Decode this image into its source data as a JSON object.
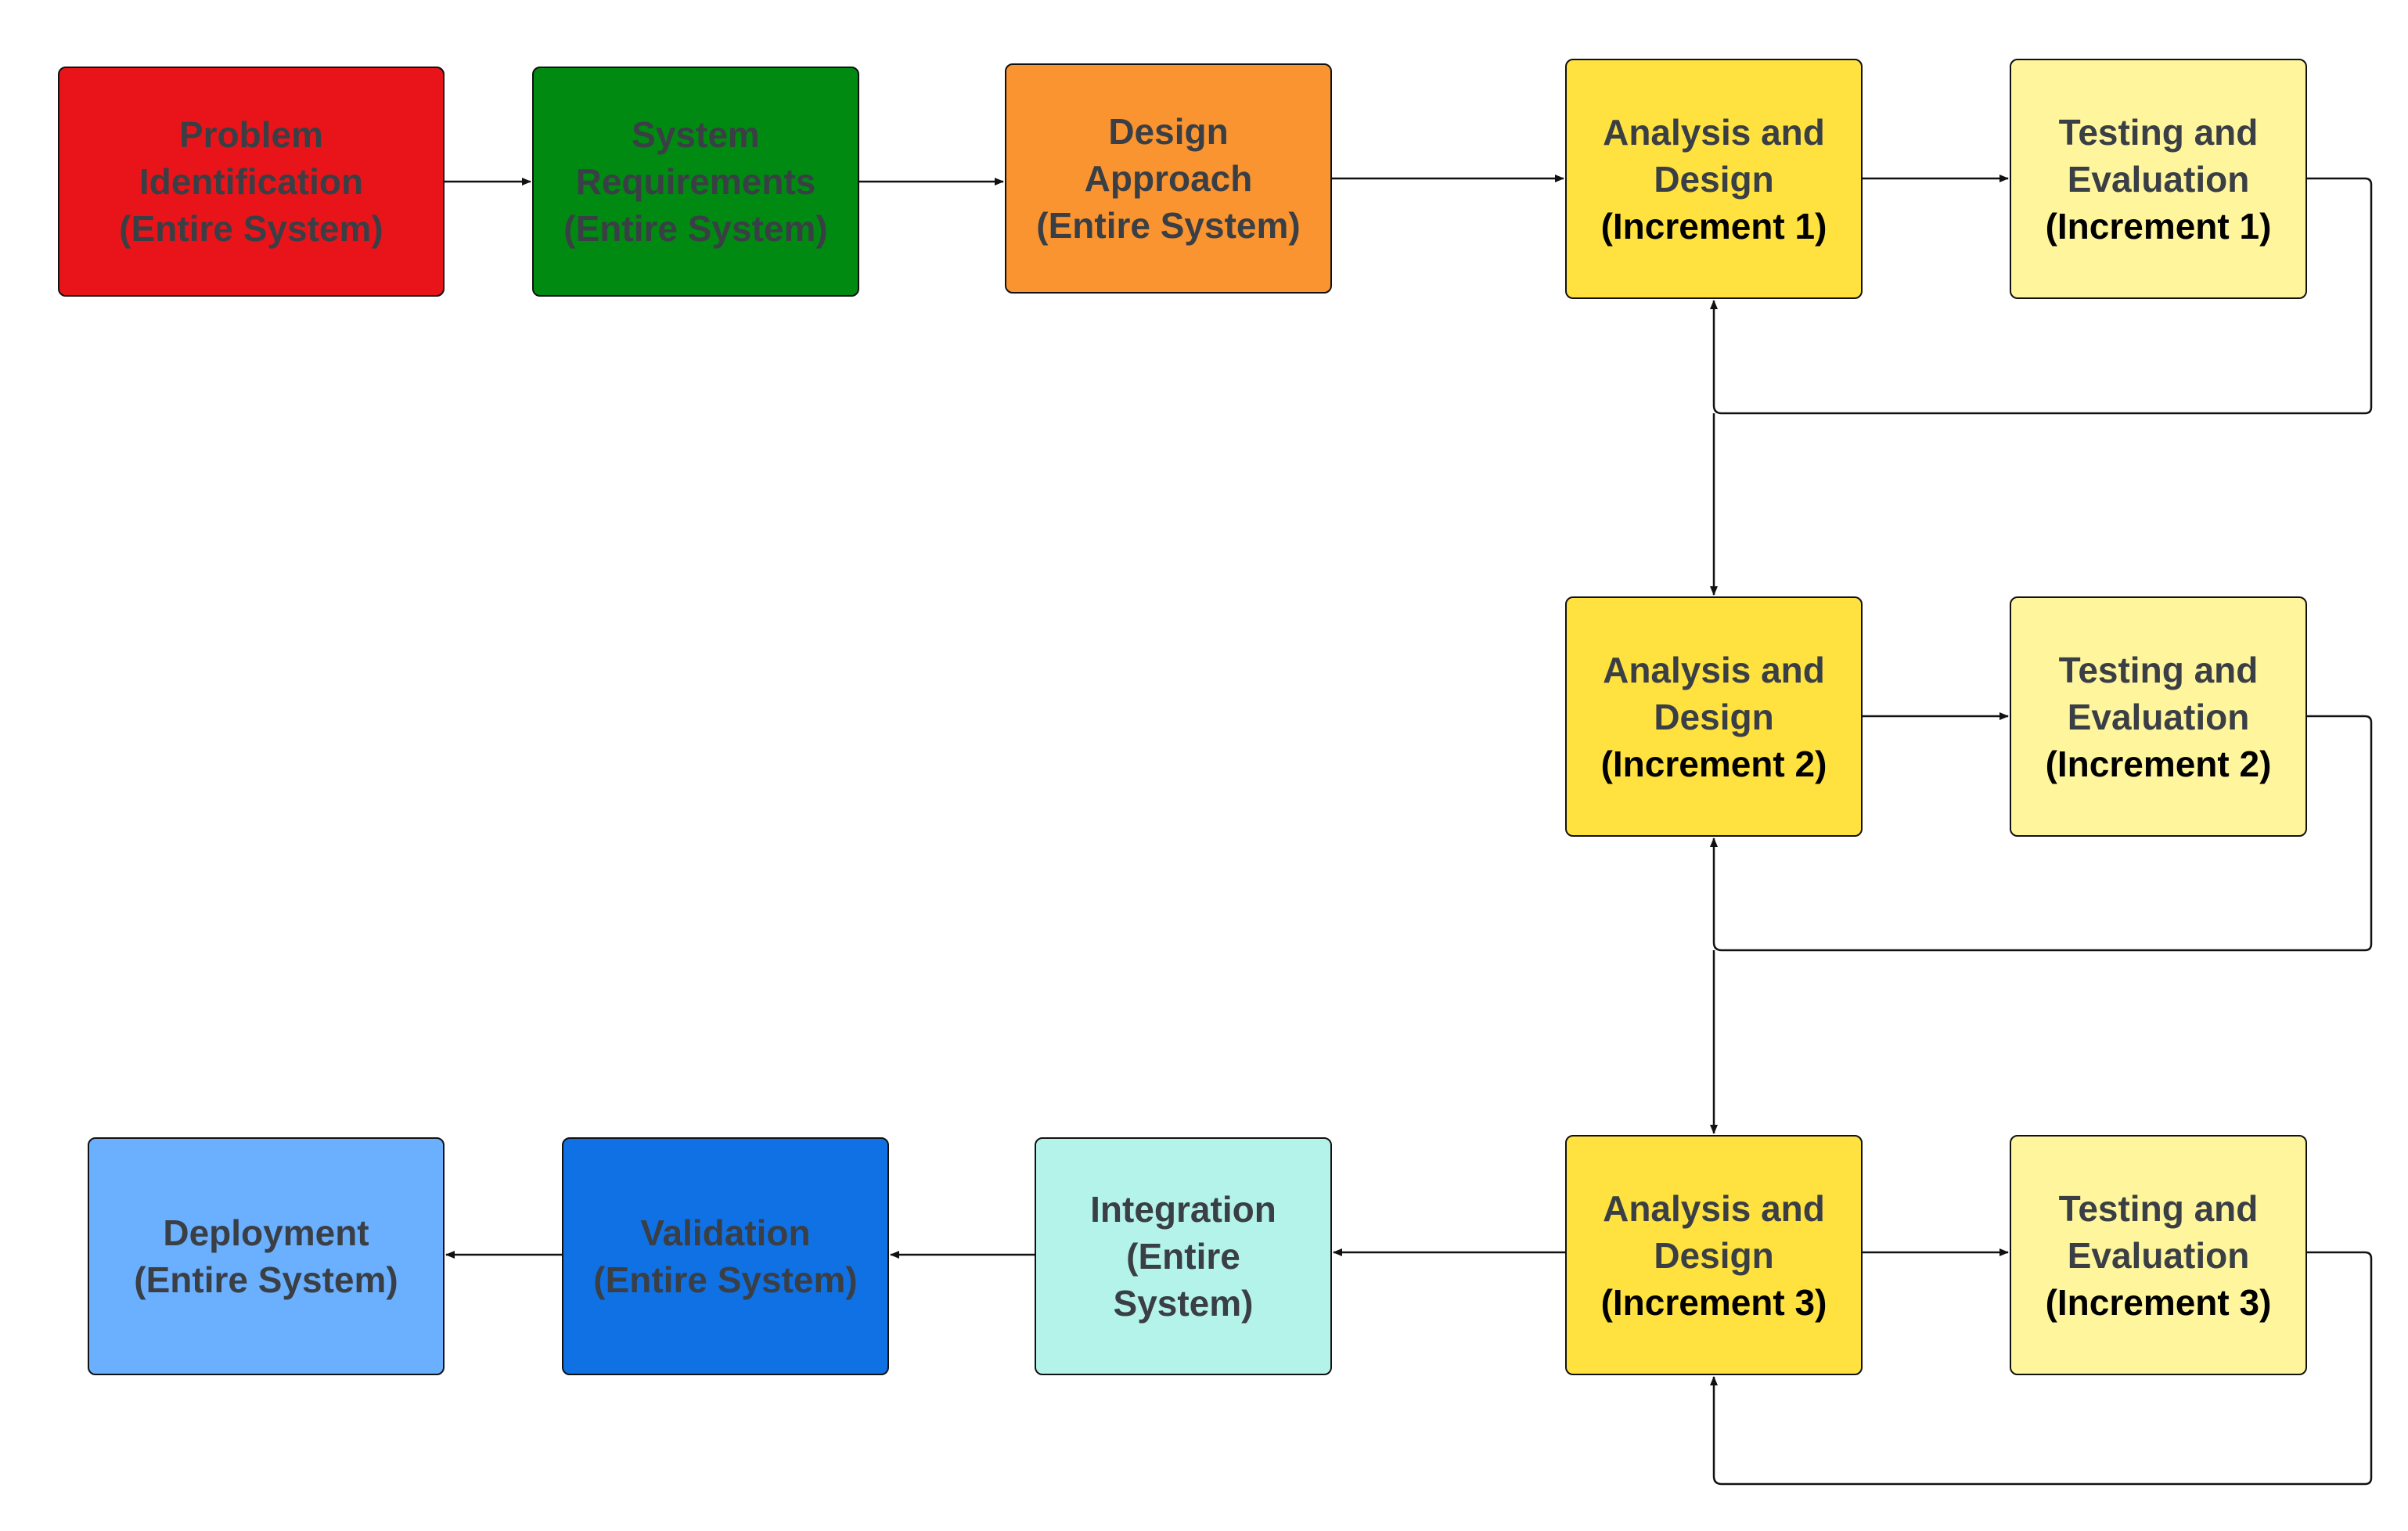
{
  "colors": {
    "problem": "#E8141A",
    "system_requirements": "#008A12",
    "design_approach": "#FA9430",
    "analysis_design": "#FFE240",
    "testing_evaluation": "#FFF59D",
    "integration": "#B4F3EA",
    "validation": "#1071E5",
    "deployment": "#6BAFFF",
    "text": "#3A3F45",
    "line": "#111111"
  },
  "nodes": {
    "problem": {
      "line1": "Problem",
      "line2": "Identification",
      "line3": "(Entire System)"
    },
    "system_requirements": {
      "line1": "System",
      "line2": "Requirements",
      "line3": "(Entire System)"
    },
    "design_approach": {
      "line1": "Design",
      "line2": "Approach",
      "line3": "(Entire System)"
    },
    "analysis_design_1": {
      "line1": "Analysis and",
      "line2": "Design",
      "line3": "(Increment 1)"
    },
    "testing_evaluation_1": {
      "line1": "Testing and",
      "line2": "Evaluation",
      "line3": "(Increment 1)"
    },
    "analysis_design_2": {
      "line1": "Analysis and",
      "line2": "Design",
      "line3": "(Increment 2)"
    },
    "testing_evaluation_2": {
      "line1": "Testing and",
      "line2": "Evaluation",
      "line3": "(Increment 2)"
    },
    "analysis_design_3": {
      "line1": "Analysis and",
      "line2": "Design",
      "line3": "(Increment 3)"
    },
    "testing_evaluation_3": {
      "line1": "Testing and",
      "line2": "Evaluation",
      "line3": "(Increment 3)"
    },
    "integration": {
      "line1": "Integration",
      "line2": "(Entire",
      "line3": "System)"
    },
    "validation": {
      "line1": "Validation",
      "line2": "(Entire System)"
    },
    "deployment": {
      "line1": "Deployment",
      "line2": "(Entire System)"
    }
  },
  "edges": [
    {
      "from": "problem",
      "to": "system_requirements"
    },
    {
      "from": "system_requirements",
      "to": "design_approach"
    },
    {
      "from": "design_approach",
      "to": "analysis_design_1"
    },
    {
      "from": "analysis_design_1",
      "to": "testing_evaluation_1"
    },
    {
      "from": "testing_evaluation_1",
      "to": "analysis_design_1"
    },
    {
      "from": "analysis_design_1",
      "to": "analysis_design_2"
    },
    {
      "from": "analysis_design_2",
      "to": "testing_evaluation_2"
    },
    {
      "from": "testing_evaluation_2",
      "to": "analysis_design_2"
    },
    {
      "from": "analysis_design_2",
      "to": "analysis_design_3"
    },
    {
      "from": "analysis_design_3",
      "to": "testing_evaluation_3"
    },
    {
      "from": "testing_evaluation_3",
      "to": "analysis_design_3"
    },
    {
      "from": "analysis_design_3",
      "to": "integration"
    },
    {
      "from": "integration",
      "to": "validation"
    },
    {
      "from": "validation",
      "to": "deployment"
    }
  ]
}
